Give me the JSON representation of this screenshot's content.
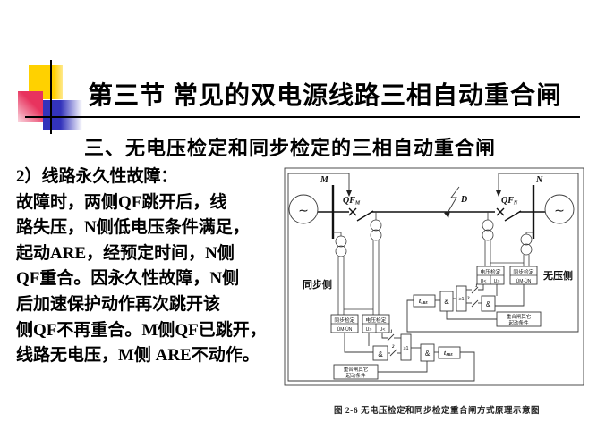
{
  "slide": {
    "title": "第三节 常见的双电源线路三相自动重合闸",
    "subtitle": "三、无电压检定和同步检定的三相自动重合闸",
    "body_lines": [
      "2）线路永久性故障：",
      "故障时，两侧QF跳开后，线",
      "路失压，N侧低电压条件满足，",
      "起动ARE，经预定时间，N侧",
      "QF重合。因永久性故障，N侧",
      "后加速保护动作再次跳开该",
      "侧QF不再重合。M侧QF已跳开，",
      "线路无电压，M侧 ARE不动作。"
    ],
    "caption": "图 2-6  无电压检定和同步检定重合闸方式原理示意图"
  },
  "colors": {
    "decor_yellow": "#FFD100",
    "decor_red": "#E8335E",
    "decor_blue": "#3333BB",
    "ink": "#111111"
  },
  "diagram": {
    "source_m": "M",
    "source_n": "N",
    "breaker_base": "QF",
    "breaker_m_sub": "M",
    "breaker_n_sub": "N",
    "fault_label": "D",
    "side_m": "同步侧",
    "side_n": "无压侧",
    "sync_check": "同步检定",
    "volt_check": "电压检定",
    "u_diff": "U̇M-U̇N",
    "u_gt": "U>",
    "u_lt": "U<",
    "and_gate": "&",
    "or_gate": "≥1",
    "delay_base": "t",
    "delay_sub": "ARE",
    "start_cond_1": "重合闸其它",
    "start_cond_2": "起动条件",
    "sw_1": "1",
    "sw_2": "2",
    "gen_symbol": "∼"
  }
}
